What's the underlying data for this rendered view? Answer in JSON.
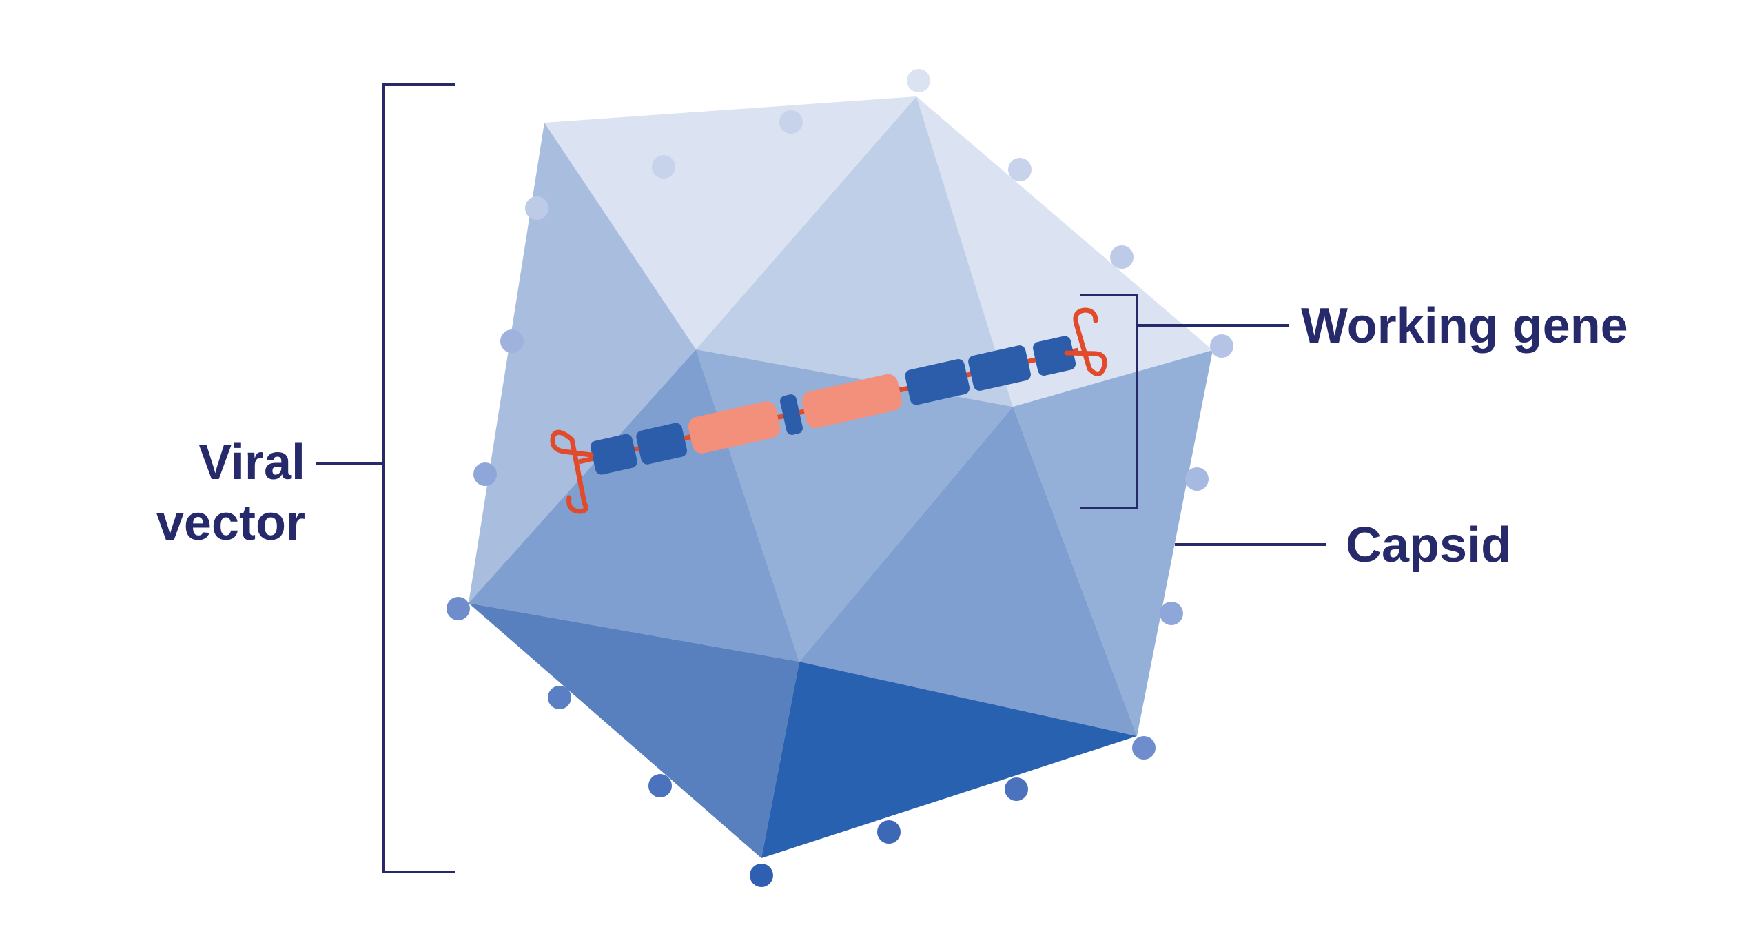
{
  "labels": {
    "viral_vector_line1": "Viral",
    "viral_vector_line2": "vector",
    "working_gene": "Working gene",
    "capsid": "Capsid"
  },
  "colors": {
    "ink": "#262a6b",
    "face_lightest": "#dbe3f2",
    "face_light": "#bfcfe7",
    "face_mid_light": "#a9bedf",
    "face_mid": "#94b0d8",
    "face_mid_dark": "#7f9fd0",
    "face_dark": "#5880be",
    "face_darkest": "#2861b0",
    "gene_block_blue": "#2b5daa",
    "gene_block_salmon": "#f2907c",
    "gene_hairpin_red": "#e24a2c",
    "dot_light": "#c7d3eb",
    "dot_mid": "#8fa7d8",
    "dot_dark": "#2f5fb1"
  }
}
